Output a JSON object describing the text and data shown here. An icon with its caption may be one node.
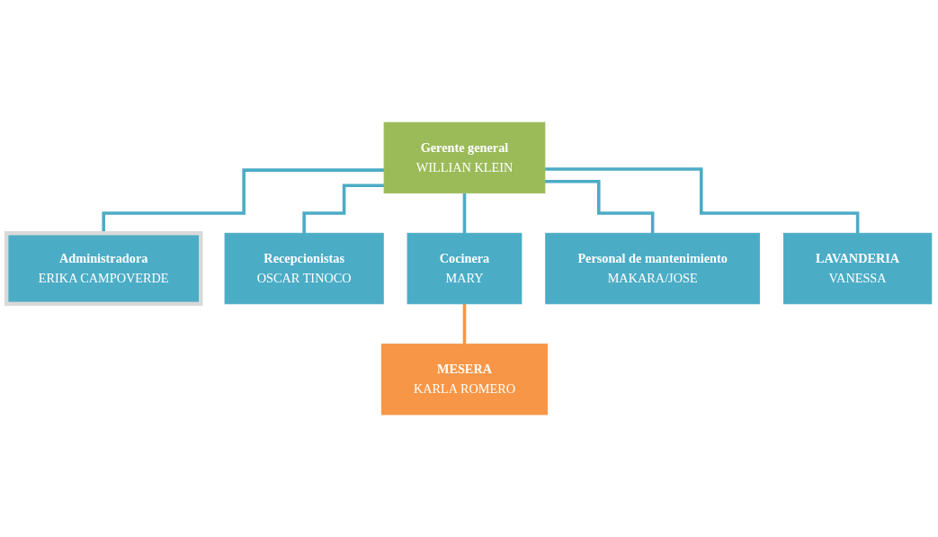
{
  "diagram": {
    "nodes": [
      {
        "text": [
          "Gerente general",
          "WILLIAN KLEIN"
        ]
      },
      {
        "text": [
          "Administradora",
          "ERIKA CAMPOVERDE"
        ]
      },
      {
        "text": [
          "Recepcionistas",
          "OSCAR TINOCO"
        ]
      },
      {
        "text": [
          "Cocinera",
          "MARY"
        ]
      },
      {
        "text": [
          "Personal de mantenimiento",
          "MAKARA/JOSE"
        ]
      },
      {
        "text": [
          "LAVANDERIA",
          "VANESSA"
        ]
      },
      {
        "text": [
          "MESERA",
          "KARLA ROMERO"
        ]
      }
    ],
    "edges": [
      {
        "from": 0,
        "to": 1,
        "arrow": "none"
      },
      {
        "from": 0,
        "to": 2,
        "arrow": "none"
      },
      {
        "from": 0,
        "to": 3,
        "arrow": "none"
      },
      {
        "from": 0,
        "to": 4,
        "arrow": "none"
      },
      {
        "from": 0,
        "to": 5,
        "arrow": "none"
      },
      {
        "from": 3,
        "to": 6,
        "arrow": "none",
        "color": "#f79646"
      }
    ]
  }
}
